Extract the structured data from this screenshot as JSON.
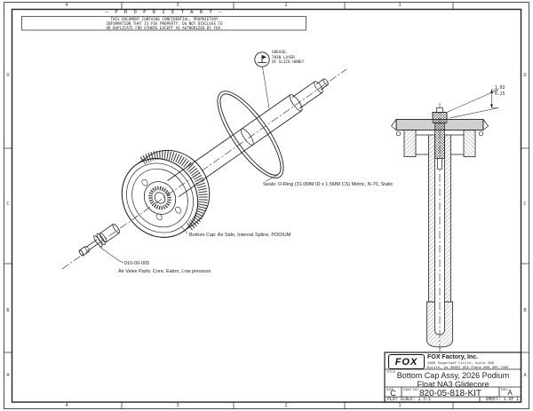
{
  "colors": {
    "line": "#222222",
    "hatch": "#555555",
    "background": "#ffffff"
  },
  "border": {
    "top_zones": [
      "4",
      "3",
      "2",
      "1"
    ],
    "bottom_zones": [
      "4",
      "3",
      "2",
      "1"
    ],
    "left_zones": [
      "D",
      "C",
      "B",
      "A"
    ],
    "right_zones": [
      "D",
      "C",
      "B",
      "A"
    ]
  },
  "proprietary": {
    "heading": "— P R O P R I E T A R Y —",
    "lines": [
      "THIS DOCUMENT CONTAINS CONFIDENTIAL, PROPRIETARY",
      "INFORMATION THAT IS FOX PROPERTY. DO NOT DISCLOSE TO",
      "OR DUPLICATE FOR OTHERS EXCEPT AS AUTHORIZED BY FOX."
    ]
  },
  "callouts": {
    "grease_lines": [
      "GREASE:",
      "THIN LAYER",
      "OF SLICK HONEY"
    ],
    "seals": "Seals: O-Ring (31.0MM ID x 1.5MM CS) Metric, N-70, Static",
    "bottom_cap": "Bottom Cap: Air Side, Internal Spline, PODIUM",
    "air_valve_part_number": "010-00-005",
    "air_valve_description": "Air Valve Parts: Core, Eaton, Low pressure"
  },
  "dimension": {
    "value_top": "1.02",
    "value_bottom": "0.25"
  },
  "title_block": {
    "logo_text": "FOX",
    "company": "FOX Factory, Inc.",
    "address1": "2055 Sugarloaf Circle, Suite 300",
    "address2": "Duluth, Ga 30097 USA Phone 800-369-7469",
    "title_label": "TITLE",
    "title_line1": "Bottom Cap Assy, 2026 Podium",
    "title_line2": "Float NA3 Glidecore",
    "size_label": "SIZE",
    "size": "C",
    "dwg_label": "DWG. NO.",
    "dwg_no": "820-05-818-KIT",
    "rev_label": "REV",
    "rev": "A",
    "plot_scale": "PLOT SCALE: 2.5:1",
    "sheet": "SHEET: 1 OF 1"
  }
}
